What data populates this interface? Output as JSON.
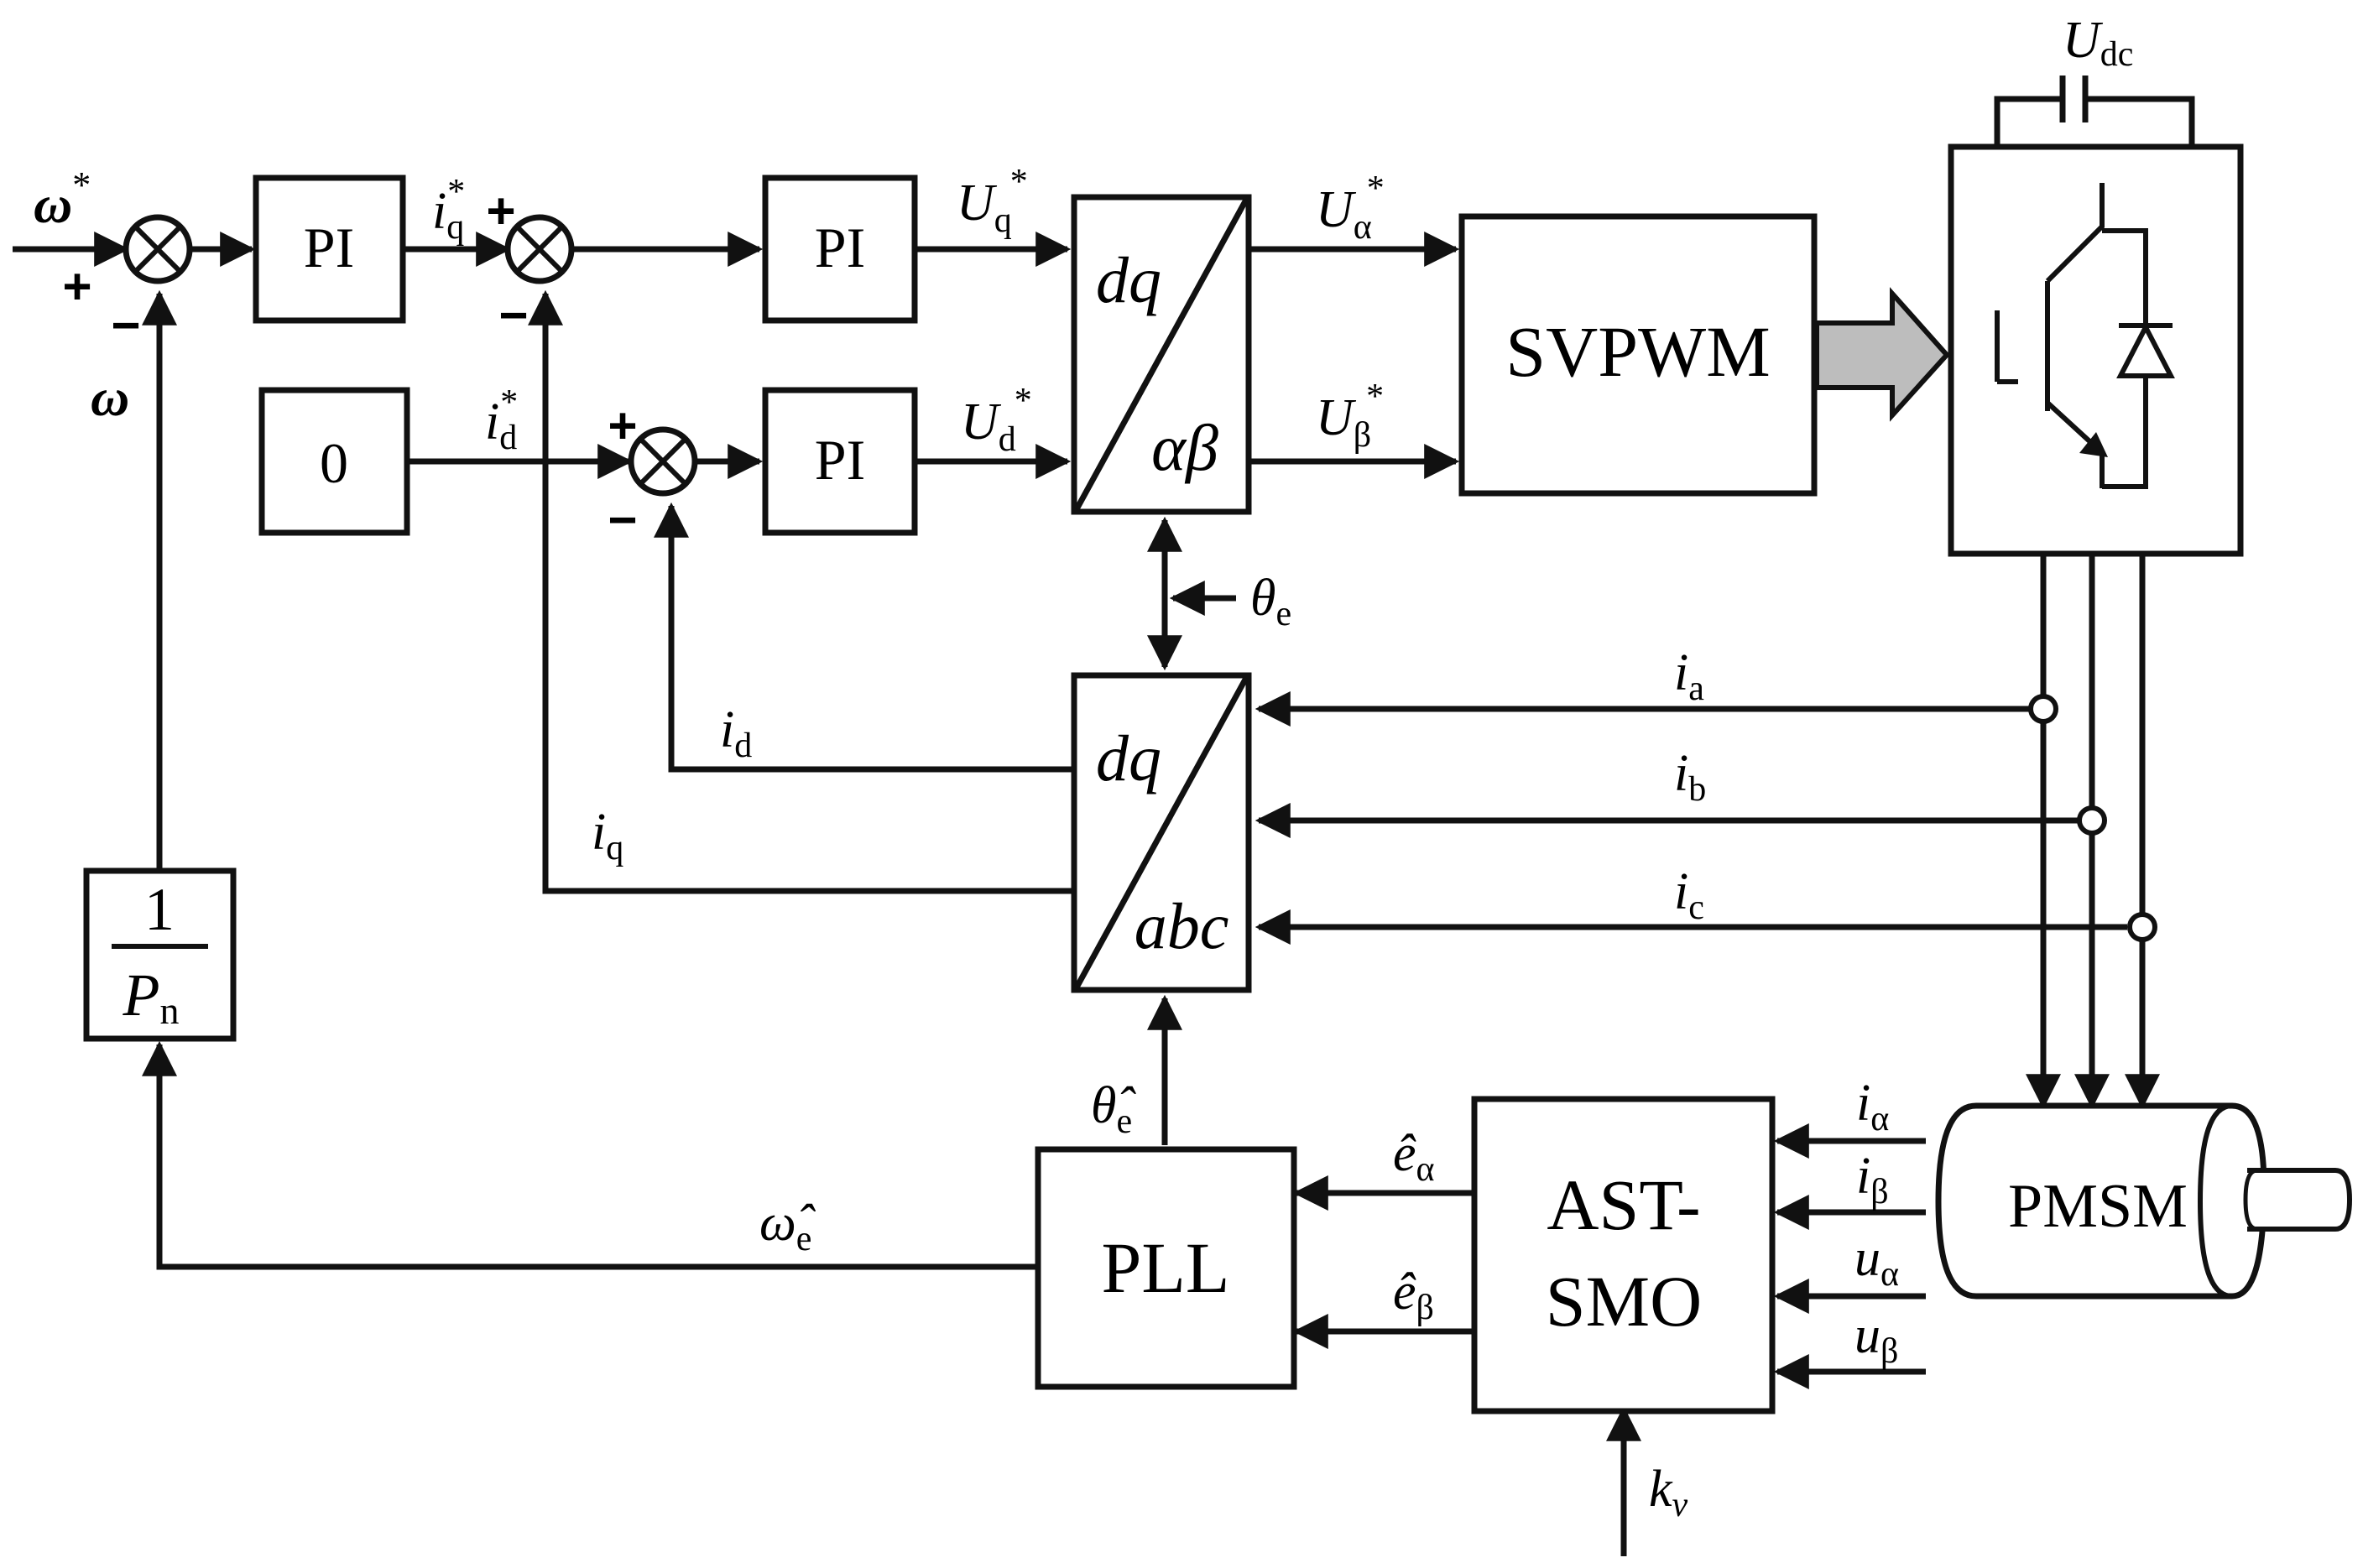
{
  "blocks": {
    "pi_speed": "PI",
    "pi_iq": "PI",
    "pi_id": "PI",
    "zero": "0",
    "park_inv_top": "dq",
    "park_inv_bottom": "αβ",
    "svpwm": "SVPWM",
    "park_top": "dq",
    "park_bottom": "abc",
    "gain_num": "1",
    "gain_den": "P",
    "gain_den_sub": "n",
    "pll": "PLL",
    "smo_line1": "AST-",
    "smo_line2": "SMO",
    "motor": "PMSM"
  },
  "signals": {
    "omega_ref": {
      "base": "ω",
      "sup": "*"
    },
    "omega": {
      "base": "ω"
    },
    "iq_ref": {
      "base": "i",
      "sub": "q",
      "sup": "*"
    },
    "id_ref": {
      "base": "i",
      "sub": "d",
      "sup": "*"
    },
    "uq_ref": {
      "base": "U",
      "sub": "q",
      "sup": "*"
    },
    "ud_ref": {
      "base": "U",
      "sub": "d",
      "sup": "*"
    },
    "ualpha_ref": {
      "base": "U",
      "sub": "α",
      "sup": "*"
    },
    "ubeta_ref": {
      "base": "U",
      "sub": "β",
      "sup": "*"
    },
    "udc": {
      "base": "U",
      "sub": "dc"
    },
    "theta_e": {
      "base": "θ",
      "sub": "e"
    },
    "theta_e_hat": {
      "base": "θ̂",
      "sub": "e"
    },
    "omega_e_hat": {
      "base": "ω̂",
      "sub": "e"
    },
    "id": {
      "base": "i",
      "sub": "d"
    },
    "iq": {
      "base": "i",
      "sub": "q"
    },
    "ia": {
      "base": "i",
      "sub": "a"
    },
    "ib": {
      "base": "i",
      "sub": "b"
    },
    "ic": {
      "base": "i",
      "sub": "c"
    },
    "e_alpha_hat": {
      "base": "ê",
      "sub": "α"
    },
    "e_beta_hat": {
      "base": "ê",
      "sub": "β"
    },
    "i_alpha": {
      "base": "i",
      "sub": "α"
    },
    "i_beta": {
      "base": "i",
      "sub": "β"
    },
    "u_alpha": {
      "base": "u",
      "sub": "α"
    },
    "u_beta": {
      "base": "u",
      "sub": "β"
    },
    "kv": {
      "base": "k",
      "sub": "v"
    }
  },
  "signs": {
    "plus": "+",
    "minus": "−"
  }
}
